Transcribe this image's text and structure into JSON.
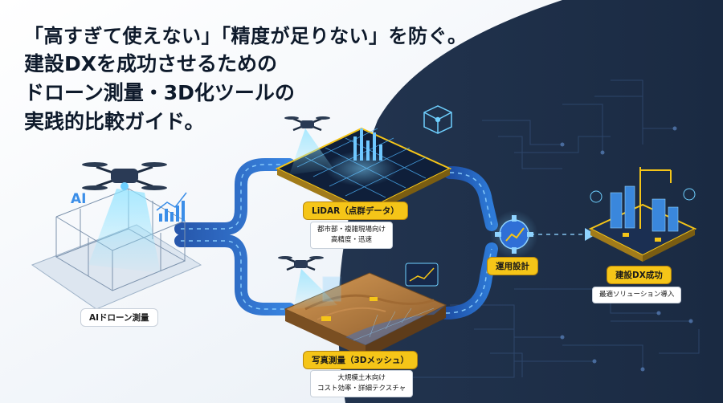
{
  "title": {
    "line1": "「高すぎて使えない」「精度が足りない」を防ぐ。",
    "line2": "建設DXを成功させるための",
    "line3": "ドローン測量・3D化ツールの",
    "line4": "実践的比較ガイド。"
  },
  "ai_text": "AI",
  "nodes": {
    "start": {
      "label": "AIドローン測量"
    },
    "lidar": {
      "label": "LiDAR（点群データ）",
      "desc1": "都市部・複雑現場向け",
      "desc2": "高精度・迅速"
    },
    "photo": {
      "label": "写真測量（3Dメッシュ）",
      "desc1": "大規模土木向け",
      "desc2": "コスト効率・詳細テクスチャ"
    },
    "ops": {
      "label": "運用設計"
    },
    "goal": {
      "label": "建設DX成功",
      "desc1": "最適ソリューション導入"
    }
  },
  "colors": {
    "navy": "#1c2b44",
    "accent_blue": "#3aa7ff",
    "flow_blue": "#2f6fd6",
    "highlight_yellow": "#f5c518",
    "earth_brown": "#b07a3e"
  }
}
